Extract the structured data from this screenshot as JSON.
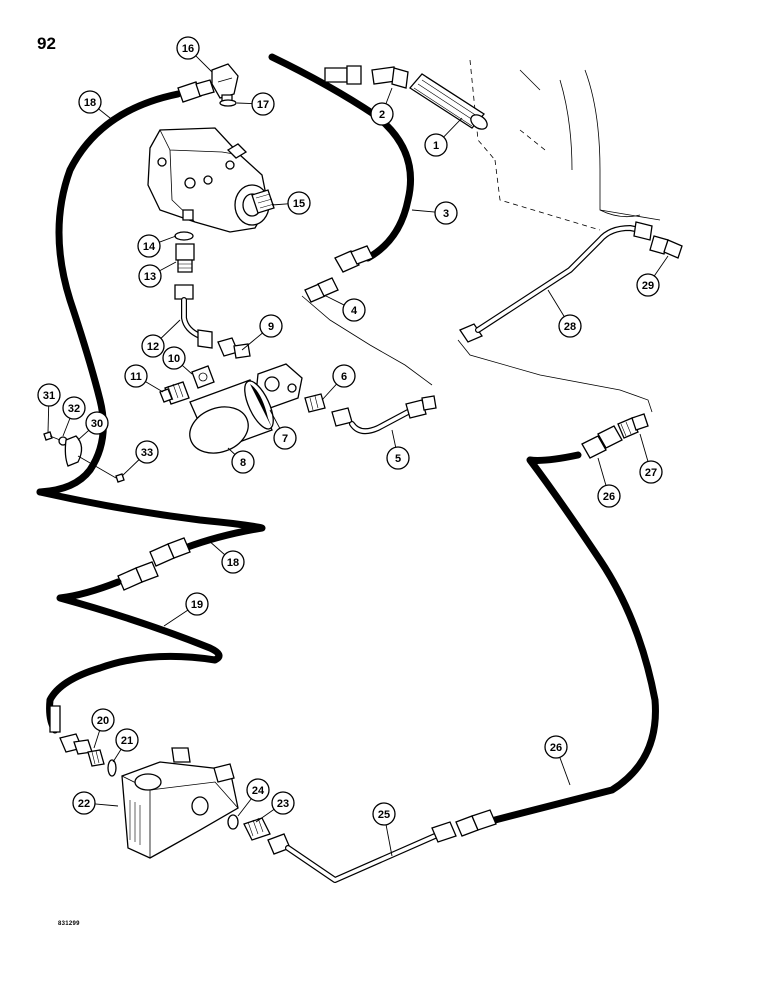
{
  "page_number": "92",
  "drawing_code": "831299",
  "callouts": [
    "1",
    "2",
    "3",
    "4",
    "5",
    "6",
    "7",
    "8",
    "9",
    "10",
    "11",
    "12",
    "13",
    "14",
    "15",
    "16",
    "17",
    "18",
    "18",
    "19",
    "20",
    "21",
    "22",
    "23",
    "24",
    "25",
    "26",
    "26",
    "27",
    "28",
    "29",
    "30",
    "31",
    "32",
    "33"
  ]
}
